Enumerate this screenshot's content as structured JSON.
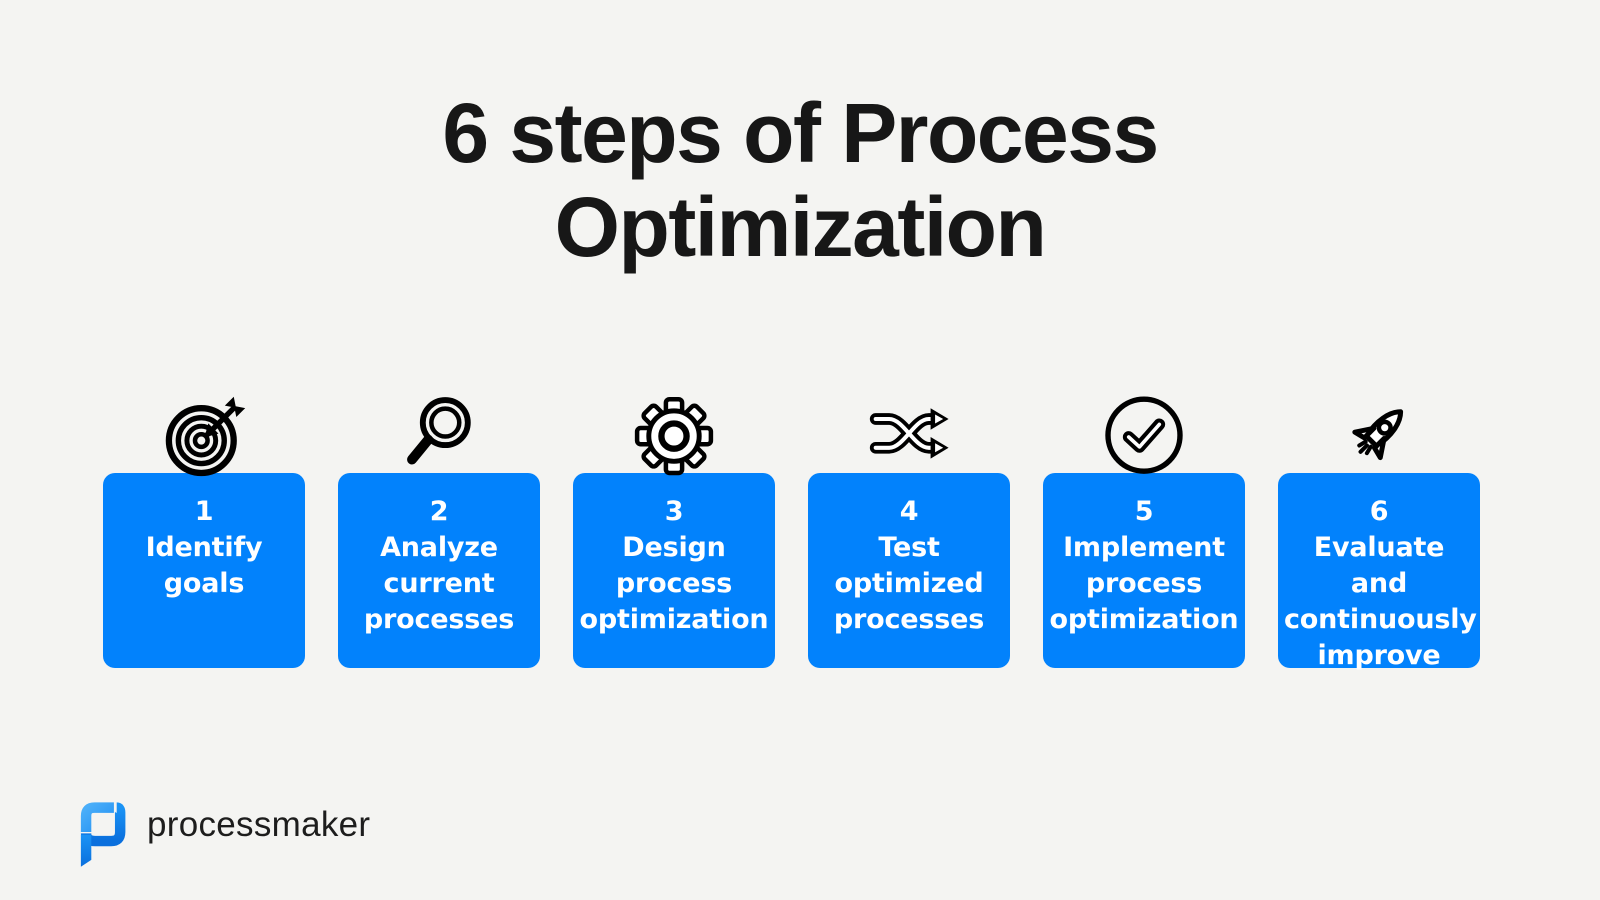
{
  "title": "6 steps of Process\nOptimization",
  "steps": [
    {
      "number": "1",
      "label": "Identify\ngoals",
      "icon": "target-icon"
    },
    {
      "number": "2",
      "label": "Analyze\ncurrent\nprocesses",
      "icon": "magnifier-icon"
    },
    {
      "number": "3",
      "label": "Design\nprocess\noptimization",
      "icon": "gear-icon"
    },
    {
      "number": "4",
      "label": "Test\noptimized\nprocesses",
      "icon": "shuffle-icon"
    },
    {
      "number": "5",
      "label": "Implement\nprocess\noptimization",
      "icon": "check-circle-icon"
    },
    {
      "number": "6",
      "label": "Evaluate and\ncontinuously\nimprove",
      "icon": "rocket-icon"
    }
  ],
  "logo": {
    "text": "processmaker"
  },
  "colors": {
    "background": "#f4f4f2",
    "card_blue": "#0282fc",
    "card_text": "#ffffff",
    "title_color": "#171717",
    "icon_black": "#000000",
    "logo_text_color": "#1d1d1d",
    "logo_light_blue": "#3ea7f8",
    "logo_dark_blue": "#0a6fdd"
  }
}
